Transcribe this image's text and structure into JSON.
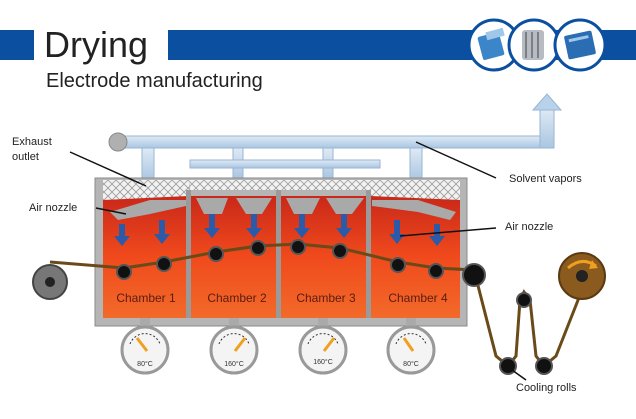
{
  "header": {
    "title": "Drying",
    "subtitle": "Electrode manufacturing"
  },
  "labels": {
    "exhaust_outlet": [
      "Exhaust",
      "outlet"
    ],
    "air_nozzle_left": "Air nozzle",
    "air_nozzle_right": "Air nozzle",
    "solvent_vapors": "Solvent vapors",
    "cooling_rolls": "Cooling rolls"
  },
  "chambers": [
    {
      "label": "Chamber 1",
      "temperature": "80°C"
    },
    {
      "label": "Chamber 2",
      "temperature": "160°C"
    },
    {
      "label": "Chamber 3",
      "temperature": "160°C"
    },
    {
      "label": "Chamber 4",
      "temperature": "80°C"
    }
  ],
  "colors": {
    "brand_blue": "#0a4fa0",
    "chamber_red": "#e8481e",
    "web_brown": "#6b4a1a",
    "pipe_blue": "#c8dcee"
  },
  "icons": [
    "pouch-cell-icon",
    "cylindrical-cell-icon",
    "prismatic-cell-icon"
  ]
}
